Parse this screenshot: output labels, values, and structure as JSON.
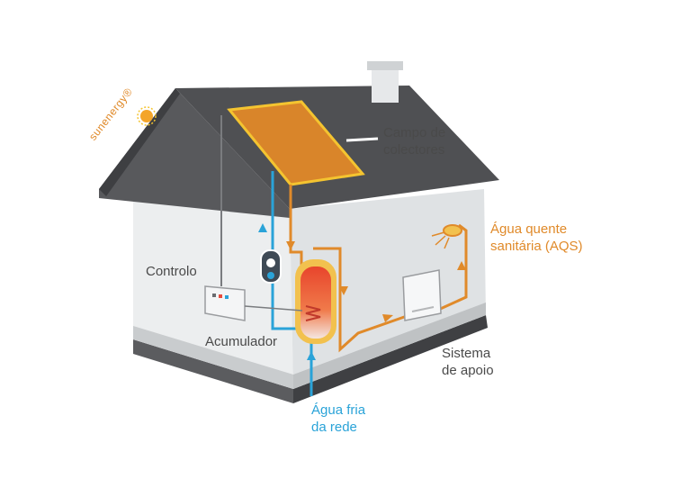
{
  "brand": {
    "name": "sunenergy",
    "trademark": "®"
  },
  "labels": {
    "campo": [
      "Campo de",
      "colectores"
    ],
    "agua_quente": [
      "Água quente",
      "sanitária (AQS)"
    ],
    "controlo": "Controlo",
    "acumulador": "Acumulador",
    "sistema": [
      "Sistema",
      "de apoio"
    ],
    "agua_fria": [
      "Água fria",
      "da rede"
    ]
  },
  "colors": {
    "roof": "#4f5053",
    "wall_light": "#eceeef",
    "wall_shade": "#d9dcde",
    "base": "#5b5c5f",
    "solar_panel": "#d9852a",
    "panel_frame": "#f4c430",
    "hot_pipe": "#e08a2a",
    "cold_pipe": "#2aa3d8",
    "text": "#4a4a4a"
  }
}
